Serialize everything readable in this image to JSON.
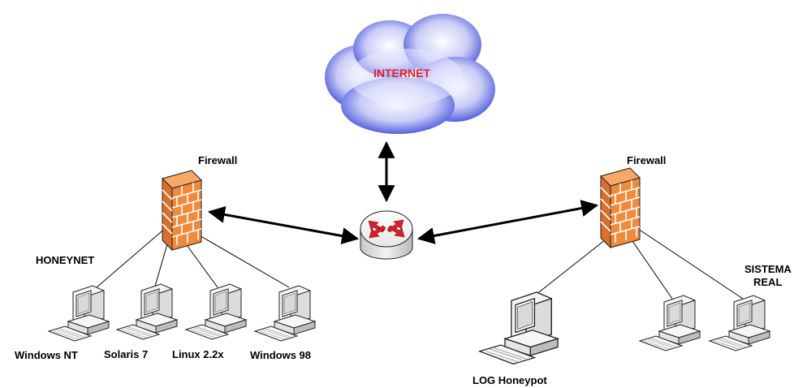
{
  "cloud": {
    "label": "INTERNET",
    "label_color": "#e8202a"
  },
  "firewall_left": {
    "label": "Firewall"
  },
  "firewall_right": {
    "label": "Firewall"
  },
  "honeynet": {
    "title": "HONEYNET",
    "machines": [
      "Windows NT",
      "Solaris 7",
      "Linux 2.2x",
      "Windows 98"
    ]
  },
  "real": {
    "title_line1": "SISTEMA",
    "title_line2": "REAL",
    "log_label": "LOG Honeypot"
  },
  "colors": {
    "firewall_brick": "#f08a3c",
    "firewall_mortar": "#ffffff",
    "router_arrow": "#d8202a",
    "cloud_blue": "#4a58e0",
    "link": "#000000"
  }
}
